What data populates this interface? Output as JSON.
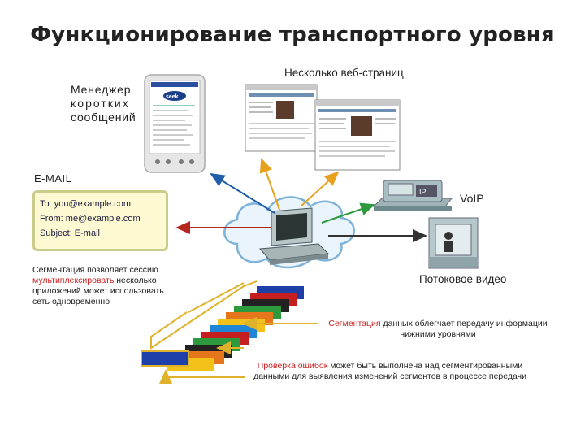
{
  "title": "Функционирование транспортного уровня",
  "labels": {
    "sms_manager": [
      "Менеджер",
      "коротких",
      "сообщений"
    ],
    "web_pages": "Несколько веб-страниц",
    "email": "E-MAIL",
    "voip": "VoIP",
    "video": "Потоковое видео",
    "ip_badge": "IP"
  },
  "email_box": {
    "to": "To: you@example.com",
    "from": "From: me@example.com",
    "subject": "Subject: E-mail"
  },
  "phone_screen": {
    "brand": "seek"
  },
  "text_blocks": {
    "segmentation_session": {
      "line1": "Сегментация позволяет сессию",
      "line2_highlight": "мультиплексировать",
      "line2_rest": " несколько",
      "line3": "приложений может использовать",
      "line4": "сеть одновременно"
    },
    "segmentation_data": {
      "highlight": "Сегментация",
      "rest": " данных облегчает передачу информации",
      "line2": "нижними уровнями"
    },
    "error_check": {
      "highlight": "Проверка ошибок",
      "rest": " может быть выполнена над сегментированными",
      "line2": "данными для выявления изменений сегментов в процессе передачи"
    }
  },
  "colors": {
    "arrow_blue": "#1f5fa8",
    "arrow_orange": "#e8a11d",
    "arrow_red": "#b5261e",
    "arrow_green": "#2e9a3e",
    "cloud_fill": "#eaf4fc",
    "cloud_stroke": "#7fb2d9",
    "email_bg": "#fdf9d3",
    "segments": [
      "#1f3fa8",
      "#f2c21b",
      "#e6761b",
      "#2e9a3e",
      "#1e86d6",
      "#222222",
      "#c41e1e"
    ]
  }
}
